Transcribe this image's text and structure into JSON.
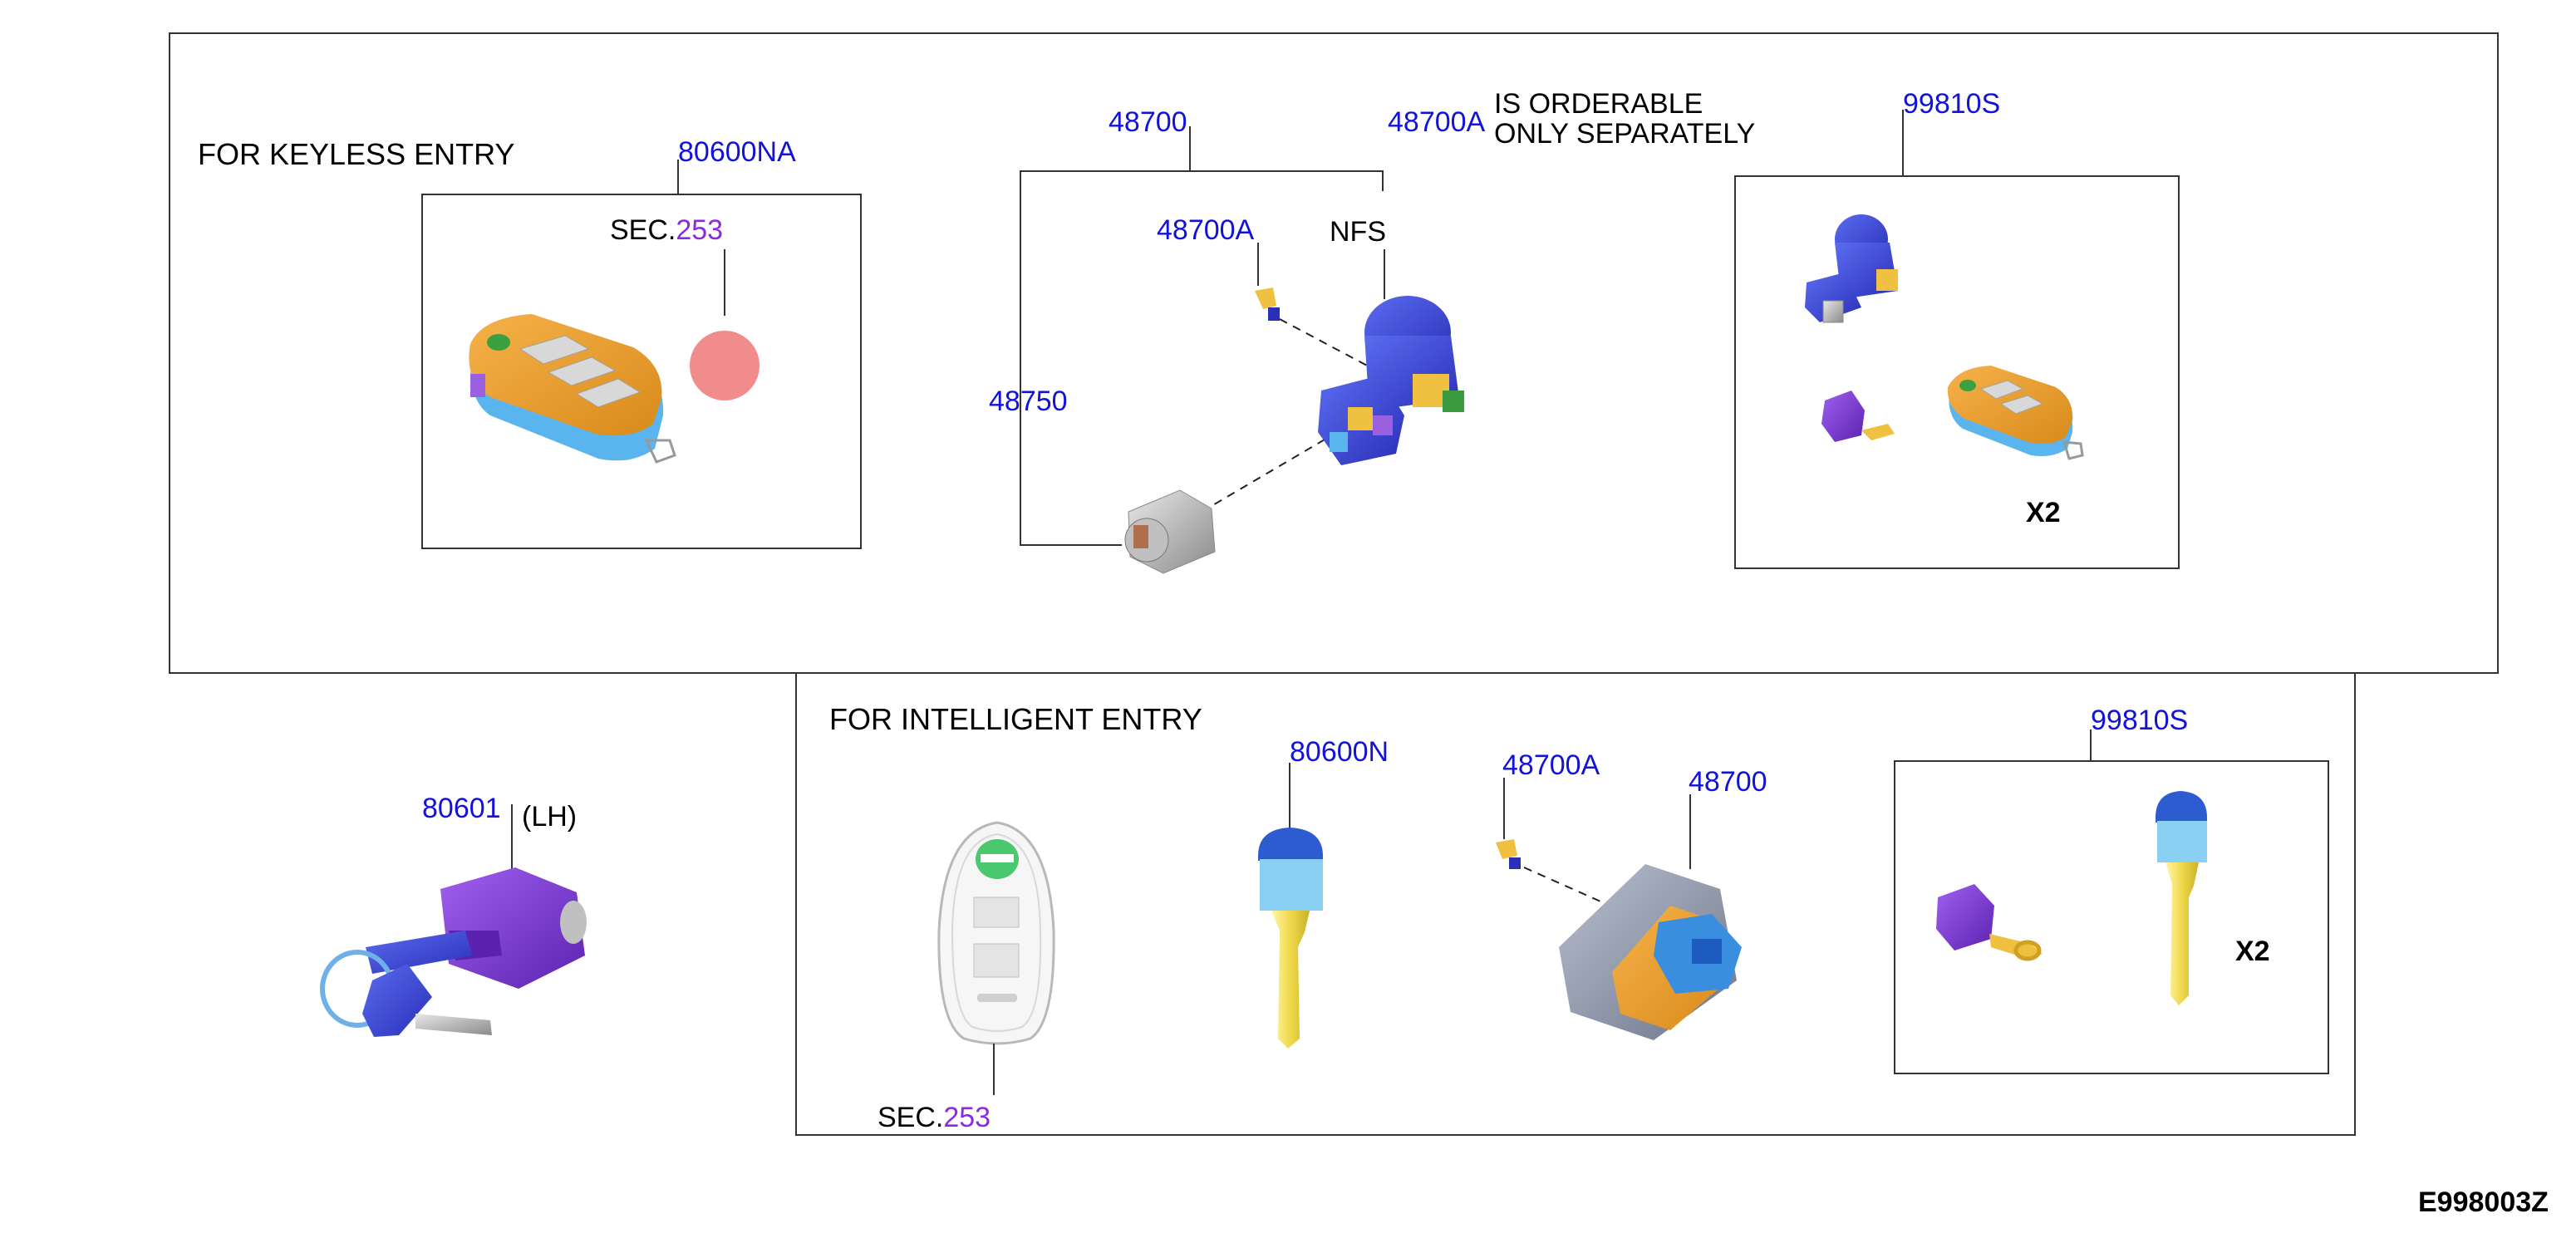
{
  "diagram": {
    "code": "E998003Z",
    "colors": {
      "part_number": "#1212d8",
      "section_number": "#8a2be2",
      "text": "#000000",
      "frame": "#333333"
    },
    "keyless": {
      "heading": "FOR KEYLESS ENTRY",
      "fob_part": "80600NA",
      "fob_sec_prefix": "SEC.",
      "fob_sec_num": "253",
      "set_part": "48700",
      "set_part_a": "48700A",
      "note_line1": "IS ORDERABLE",
      "note_line2": "ONLY SEPARATELY",
      "pin_part": "48700A",
      "nfs": "NFS",
      "cyl_part": "48750",
      "kit_part": "99810S",
      "kit_qty": "X2"
    },
    "door": {
      "part": "80601",
      "side": "(LH)"
    },
    "intelligent": {
      "heading": "FOR INTELLIGENT ENTRY",
      "key_part": "80600N",
      "pin_part": "48700A",
      "switch_part": "48700",
      "fob_sec_prefix": "SEC.",
      "fob_sec_num": "253",
      "kit_part": "99810S",
      "kit_qty": "X2"
    }
  }
}
